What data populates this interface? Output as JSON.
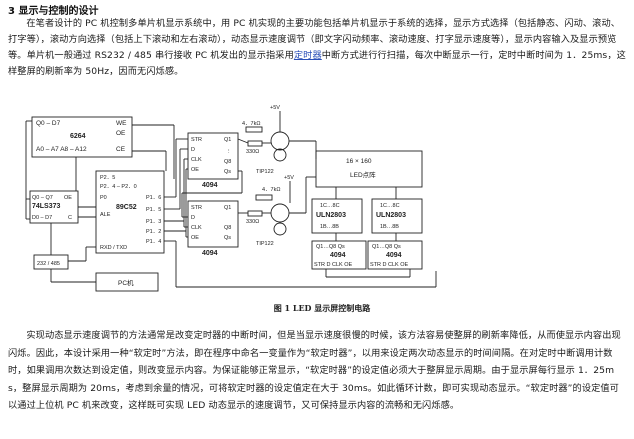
{
  "section": {
    "title": "3 显示与控制的设计"
  },
  "paragraph1": {
    "before_link": "在笔者设计的 PC 机控制多单片机显示系统中，用 PC 机实现的主要功能包括单片机显示于系统的选择，显示方式选择（包括静态、闪动、滚动、打字等），滚动方向选择（包括上下滚动和左右滚动），动态显示速度调节（即文字闪动频率、滚动速度、打字显示速度等），显示内容输入及显示预览等。单片机一般通过 RS232 / 485 串行接收 PC 机发出的显示指采用",
    "link": "定时器",
    "after_link": "中断方式进行行扫描，每次中断显示一行，定时中断时间为 1．25ms，这样整屏的刷新率为 50Hz，因而无闪烁感。"
  },
  "figure": {
    "caption": "图 1   LED 显示屏控制电路",
    "labels": {
      "q0d7_top": "Q0 – D7",
      "we": "WE",
      "oe_top": "OE",
      "ic6264": "6264",
      "addr": "A0 – A7  A8 – A12",
      "ce": "CE",
      "q0q7": "Q0 – Q7",
      "oe2": "OE",
      "ls373": "74LS373",
      "d0d7": "D0 – D7",
      "c": "C",
      "p25": "P2．5",
      "p240": "P2．4 – P2．0",
      "p0": "P0",
      "ale": "ALE",
      "mcu": "89C52",
      "p16": "P1．6",
      "p15": "P1．5",
      "p13": "P1．3",
      "p12": "P1．2",
      "p14": "P1．4",
      "rxd": "RXD / TXD",
      "rs": "232 / 485",
      "pc": "PC机",
      "str1": "STR",
      "d1": "D",
      "clk1": "CLK",
      "oe_1": "OE",
      "q1a": "Q1",
      "qn1": "⋮",
      "q8a": "Q8",
      "qsa": "Qs",
      "ic4094a": "4094",
      "str2": "STR",
      "d2": "D",
      "clk2": "CLK",
      "oe_2": "OE",
      "q1b": "Q1",
      "q8b": "Q8",
      "qsb": "Qs",
      "ic4094b": "4094",
      "r1": "4．7kΩ",
      "r2": "330Ω",
      "r3": "4．7kΩ",
      "r4": "330Ω",
      "tip1": "TIP122",
      "tip2": "TIP122",
      "vcc1": "+5V",
      "vcc2": "+5V",
      "ledsize": "16 × 160",
      "ledmatrix": "LED点阵",
      "ulna_top": "1C…8C",
      "ulna": "ULN2803",
      "ulna_bot": "1B…8B",
      "ulnb_top": "1C…8C",
      "ulnb": "ULN2803",
      "ulnb_bot": "1B…8B",
      "sr_q_a": "Q1…Q8  Qs",
      "ic4094c": "4094",
      "sr_in_a": "STR  D  CLK  OE",
      "sr_q_b": "Q1…Q8  Qs",
      "ic4094d": "4094",
      "sr_in_b": "STR  D  CLK  OE"
    }
  },
  "paragraph2": {
    "text": "实现动态显示速度调节的方法通常是改变定时器的中断时间，但是当显示速度很慢的时候，该方法容易使整屏的刷新率降低，从而使显示内容出现闪烁。因此，本设计采用一种“软定时”方法，即在程序中命名一变量作为“软定时器”，以用来设定两次动态显示的时间间隔。在对定时中断调用计数时，如果调用次数达到设定值，则改变显示内容。为保证能够正常显示，“软定时器”的设定值必须大于整屏显示周期。由于显示屏每行显示 1．25ms，整屏显示周期为 20ms，考虑到余量的情况，可将软定时器的设定值定在大于 30ms。如此循环计数，即可实现动态显示。“软定时器”的设定值可以通过上位机 PC 机来改变，这样既可实现 LED 动态显示的速度调节，又可保持显示内容的流畅和无闪烁感。"
  }
}
